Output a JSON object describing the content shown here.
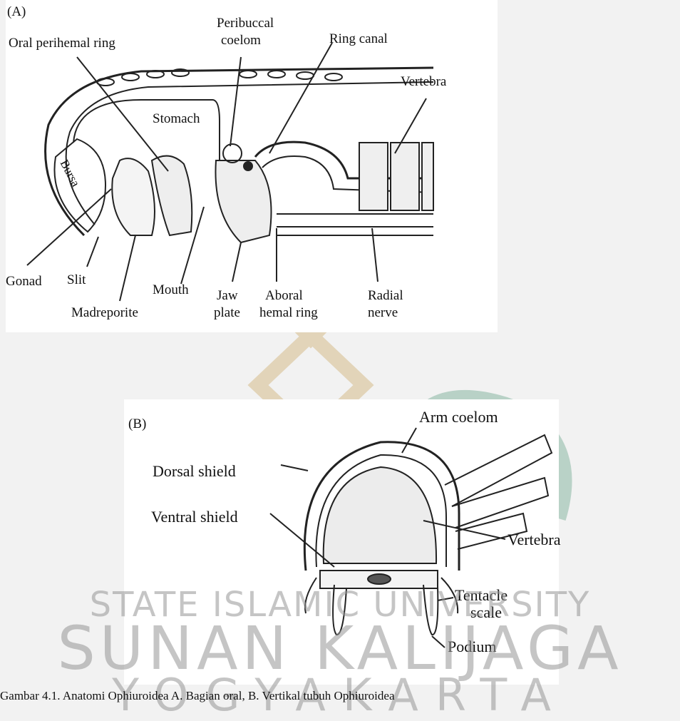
{
  "panel_a": {
    "letter": "(A)",
    "labels": {
      "oral_perihemal_ring": "Oral perihemal ring",
      "peribuccal_coelom_1": "Peribuccal",
      "peribuccal_coelom_2": "coelom",
      "ring_canal": "Ring canal",
      "vertebra": "Vertebra",
      "stomach": "Stomach",
      "bursa": "Bursa",
      "gonad": "Gonad",
      "slit": "Slit",
      "mouth": "Mouth",
      "madreporite": "Madreporite",
      "jaw_plate_1": "Jaw",
      "jaw_plate_2": "plate",
      "aboral_hemal_ring_1": "Aboral",
      "aboral_hemal_ring_2": "hemal ring",
      "radial_nerve_1": "Radial",
      "radial_nerve_2": "nerve"
    }
  },
  "panel_b": {
    "letter": "(B)",
    "labels": {
      "arm_coelom": "Arm coelom",
      "dorsal_shield": "Dorsal shield",
      "ventral_shield": "Ventral shield",
      "vertebra": "Vertebra",
      "tentacle_scale_1": "Tentacle",
      "tentacle_scale_2": "scale",
      "podium": "Podium"
    }
  },
  "watermark": {
    "line1": "STATE ISLAMIC UNIVERSITY",
    "line2": "SUNAN KALIJAGA",
    "line3": "YOGYAKARTA",
    "colors": {
      "gold": "#c9a86a",
      "green": "#5e9e86",
      "gray": "#9a9a9a"
    }
  },
  "caption": "Gambar 4.1. Anatomi Ophiuroidea A. Bagian oral, B. Vertikal tubuh Ophiuroidea"
}
